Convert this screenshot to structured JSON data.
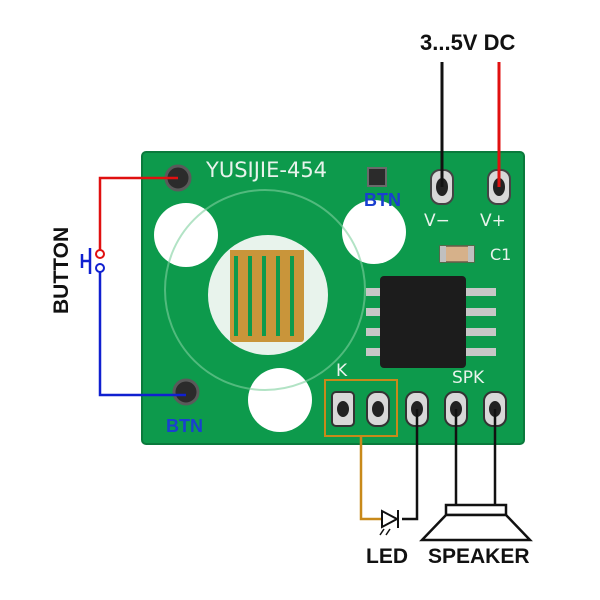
{
  "labels": {
    "power": "3...5V DC",
    "button": "BUTTON",
    "led": "LED",
    "speaker": "SPEAKER"
  },
  "board": {
    "model": "YUSIJIE-454",
    "btn_top": "BTN",
    "btn_bottom": "BTN",
    "v_minus": "V−",
    "v_plus": "V+",
    "c1": "C1",
    "k": "K",
    "spk": "SPK"
  },
  "colors": {
    "pcb": "#0d9a4c",
    "wire_red": "#e01010",
    "wire_blue": "#1020d0",
    "wire_black": "#111111",
    "wire_led": "#c8891a",
    "label_blue": "#1a3fd0"
  }
}
